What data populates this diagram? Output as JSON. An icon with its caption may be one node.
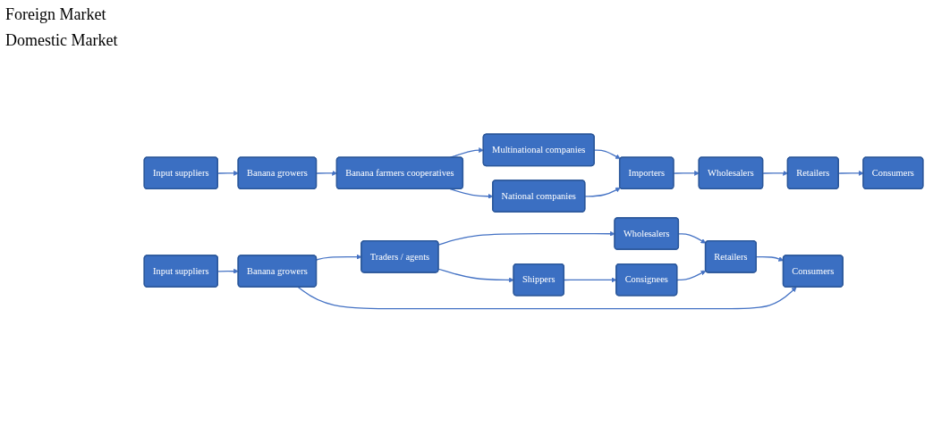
{
  "diagram": {
    "nodes": [
      {
        "text": [
          "Input suppliers"
        ]
      },
      {
        "text": [
          "Banana growers"
        ]
      },
      {
        "text": [
          "Banana farmers cooperatives"
        ]
      },
      {
        "text": [
          "Multinational companies"
        ]
      },
      {
        "text": [
          "National companies"
        ]
      },
      {
        "text": [
          "Importers"
        ]
      },
      {
        "text": [
          "Wholesalers"
        ]
      },
      {
        "text": [
          "Retailers"
        ]
      },
      {
        "text": [
          "Consumers"
        ]
      },
      {
        "text": [
          "Input suppliers"
        ]
      },
      {
        "text": [
          "Banana growers"
        ]
      },
      {
        "text": [
          "Traders / agents"
        ]
      },
      {
        "text": [
          "Wholesalers"
        ]
      },
      {
        "text": [
          "Shippers"
        ]
      },
      {
        "text": [
          "Consignees"
        ]
      },
      {
        "text": [
          "Retailers"
        ]
      },
      {
        "text": [
          "Consumers"
        ]
      }
    ],
    "edges": [
      {
        "from": 0,
        "to": 1,
        "arrow": "to"
      },
      {
        "from": 1,
        "to": 2,
        "arrow": "to"
      },
      {
        "from": 2,
        "to": 3,
        "arrow": "to"
      },
      {
        "from": 2,
        "to": 4,
        "arrow": "to"
      },
      {
        "from": 3,
        "to": 5,
        "arrow": "to"
      },
      {
        "from": 4,
        "to": 5,
        "arrow": "to"
      },
      {
        "from": 5,
        "to": 6,
        "arrow": "to"
      },
      {
        "from": 6,
        "to": 7,
        "arrow": "to"
      },
      {
        "from": 7,
        "to": 8,
        "arrow": "to"
      },
      {
        "from": 9,
        "to": 10,
        "arrow": "to"
      },
      {
        "from": 10,
        "to": 11,
        "arrow": "to"
      },
      {
        "from": 11,
        "to": 12,
        "arrow": "to"
      },
      {
        "from": 11,
        "to": 13,
        "arrow": "to"
      },
      {
        "from": 12,
        "to": 15,
        "arrow": "to"
      },
      {
        "from": 13,
        "to": 14,
        "arrow": "to"
      },
      {
        "from": 14,
        "to": 15,
        "arrow": "to"
      },
      {
        "from": 15,
        "to": 16,
        "arrow": "to"
      },
      {
        "from": 10,
        "to": 16,
        "arrow": "to"
      }
    ],
    "labels": [
      "Foreign Market",
      "Domestic Market"
    ]
  }
}
